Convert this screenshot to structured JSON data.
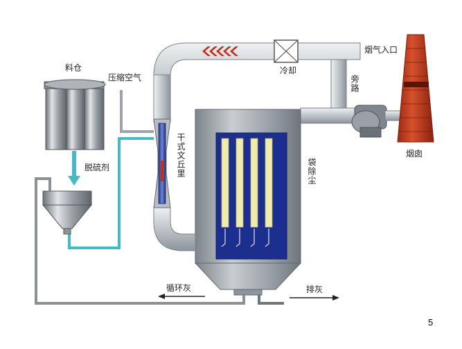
{
  "labels": {
    "silo": "料仓",
    "compressed_air": "压缩空气",
    "desulfurizer": "脱硫剂",
    "venturi": "干式文丘里",
    "cooling": "冷却",
    "flue_inlet": "烟气入口",
    "bypass": "旁路",
    "baghouse": "袋除尘",
    "chimney": "烟囱",
    "recycle_ash": "循环灰",
    "discharge_ash": "排灰"
  },
  "page_number": "5",
  "colors": {
    "duct": "#b9bec4",
    "vessel": "#8e959c",
    "bag_frame": "#1c2f8f",
    "bag": "#f0ebb0",
    "pipe_blue": "#47b9c5",
    "chimney": "#c83a1c",
    "arrow_red": "#c0301e"
  }
}
